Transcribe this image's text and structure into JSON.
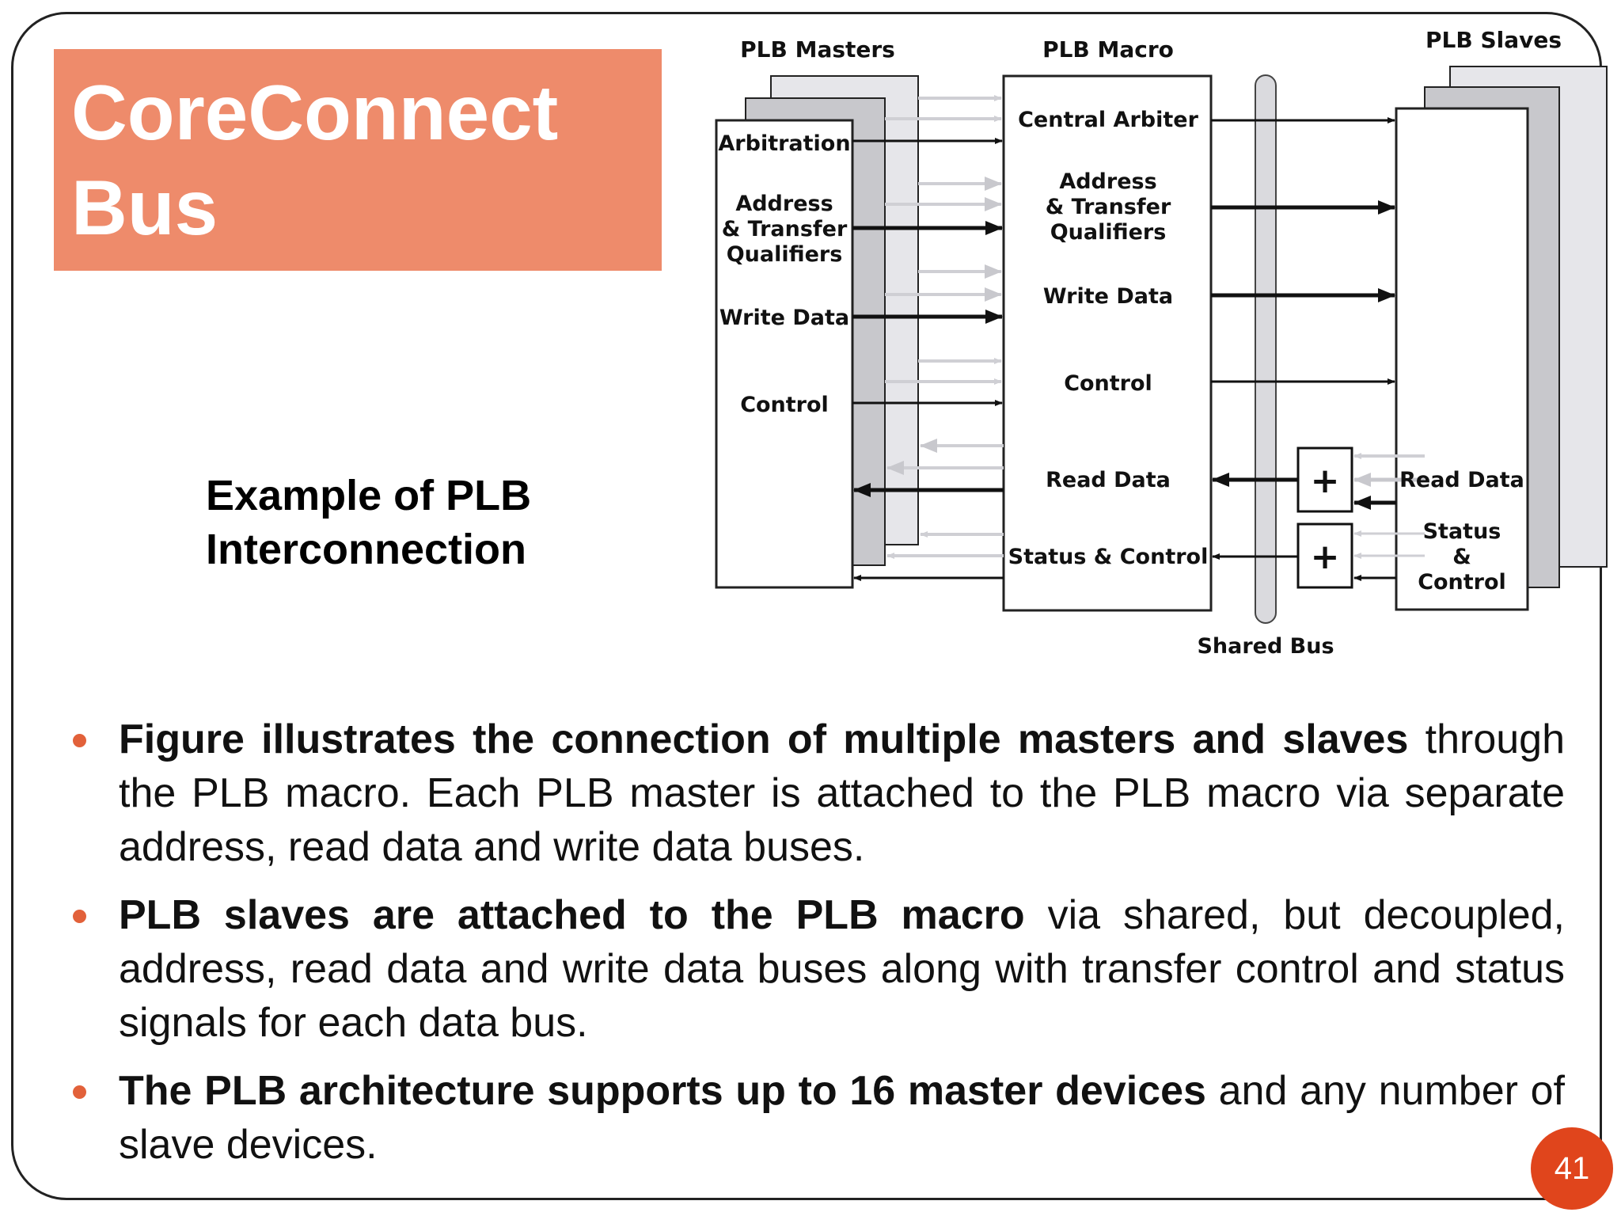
{
  "slide": {
    "title_lines": [
      "CoreConnect",
      "Bus"
    ],
    "caption_lines": [
      "Example of PLB",
      "Interconnection"
    ],
    "page_number": "41"
  },
  "diagram": {
    "masters_header": "PLB Masters",
    "macro_header": "PLB Macro",
    "slaves_header": "PLB Slaves",
    "master_labels": [
      "Arbitration",
      "Address",
      "& Transfer",
      "Qualifiers",
      "Write Data",
      "Control"
    ],
    "macro_labels": [
      "Central Arbiter",
      "Address",
      "& Transfer",
      "Qualifiers",
      "Write Data",
      "Control",
      "Read Data",
      "Status & Control"
    ],
    "slave_labels": [
      "Read Data",
      "Status",
      "&",
      "Control"
    ],
    "shared_bus_label": "Shared Bus",
    "adder_symbol": "+"
  },
  "bullets": [
    {
      "bold": "Figure illustrates the connection of multiple masters and slaves",
      "text": " through the PLB macro. Each PLB master is attached to the PLB macro via separate address, read data and write data buses."
    },
    {
      "bold": "PLB slaves are attached to the PLB macro",
      "text": " via shared, but decoupled, address, read data and write data buses along with transfer control and status signals for each data bus."
    },
    {
      "bold": "The PLB architecture supports up to 16 master devices",
      "text": " and any number of slave devices."
    }
  ]
}
